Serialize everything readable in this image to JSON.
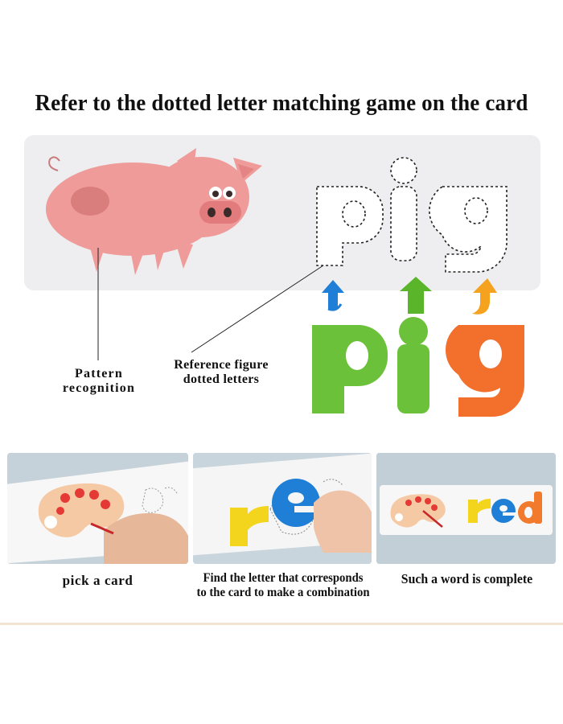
{
  "headline": "Refer to the dotted letter matching game on the card",
  "hero": {
    "word": "pig",
    "label_pattern_line1": "Pattern",
    "label_pattern_line2": "recognition",
    "label_reference_line1": "Reference figure",
    "label_reference_line2": "dotted letters"
  },
  "steps": [
    {
      "caption": "pick a card"
    },
    {
      "caption_line1": "Find the letter that corresponds",
      "caption_line2": "to the card to make a combination"
    },
    {
      "caption": "Such a word is complete"
    }
  ],
  "step_word": "red",
  "colors": {
    "letter_p": "#6cc13a",
    "letter_i": "#6cc13a",
    "letter_g": "#f26f2c",
    "letter_r": "#f4d51e",
    "letter_e": "#1f7fd6",
    "letter_d": "#f27a2c",
    "pig": "#ef9b9a",
    "arrow_blue": "#1f7fd6",
    "arrow_green": "#5ab52a",
    "arrow_orange": "#f5a21e"
  }
}
